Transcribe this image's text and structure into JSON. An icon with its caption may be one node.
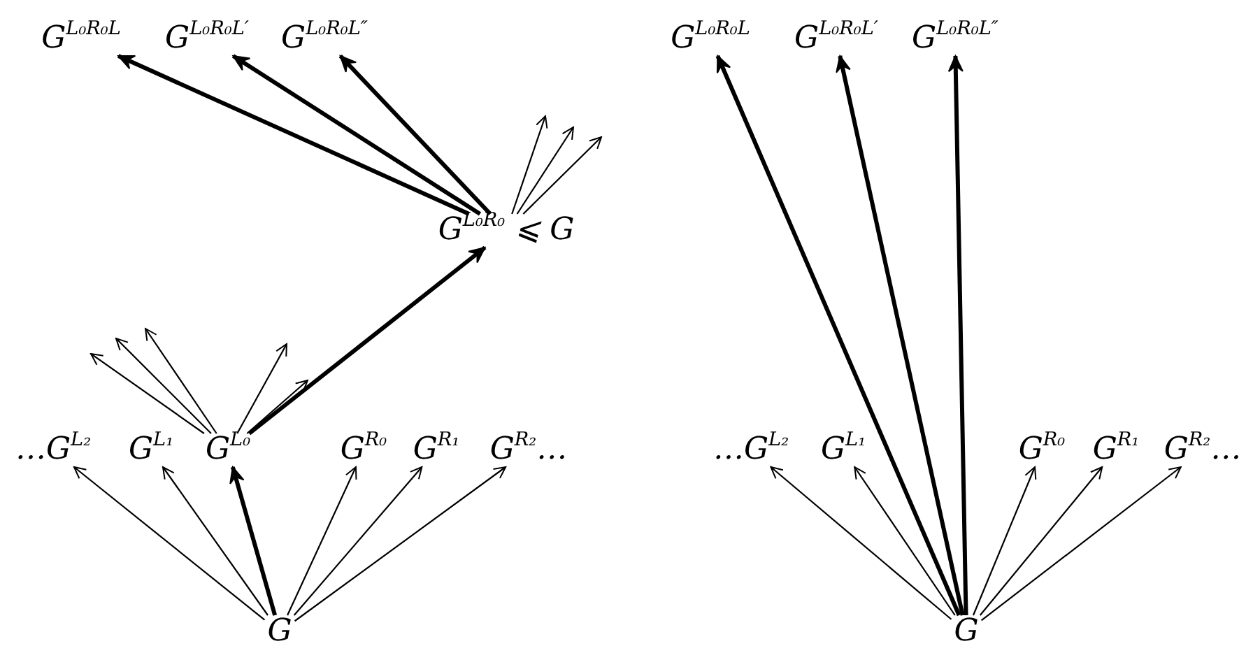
{
  "diagram": {
    "nodes": [
      {
        "text": [
          "G$^{L₀R₀L}$"
        ]
      },
      {
        "text": [
          "G$^{L₀R₀L′}$"
        ]
      },
      {
        "text": [
          "G$^{L₀R₀L″}$"
        ]
      },
      {
        "text": [
          "G$^{L₀R₀}$ ⩽ G"
        ]
      },
      {
        "text": [
          "…G$^{L₂}$"
        ]
      },
      {
        "text": [
          "G$^{L₁}$"
        ]
      },
      {
        "text": [
          "G$^{L₀}$"
        ]
      },
      {
        "text": [
          "G$^{R₀}$"
        ]
      },
      {
        "text": [
          "G$^{R₁}$"
        ]
      },
      {
        "text": [
          "G$^{R₂}$…"
        ]
      },
      {
        "text": [
          "G"
        ]
      },
      {
        "text": [
          "G$^{L₀R₀L}$"
        ]
      },
      {
        "text": [
          "G$^{L₀R₀L′}$"
        ]
      },
      {
        "text": [
          "G$^{L₀R₀L″}$"
        ]
      },
      {
        "text": [
          "…G$^{L₂}$"
        ]
      },
      {
        "text": [
          "G$^{L₁}$"
        ]
      },
      {
        "text": [
          "G$^{R₀}$"
        ]
      },
      {
        "text": [
          "G$^{R₁}$"
        ]
      },
      {
        "text": [
          "G$^{R₂}$…"
        ]
      },
      {
        "text": [
          "G"
        ]
      }
    ],
    "edges": [
      {
        "from": 10,
        "to": 4,
        "arrow": "to"
      },
      {
        "from": 10,
        "to": 5,
        "arrow": "to"
      },
      {
        "from": 10,
        "to": 6,
        "arrow": "to",
        "style": "thick"
      },
      {
        "from": 10,
        "to": 7,
        "arrow": "to"
      },
      {
        "from": 10,
        "to": 8,
        "arrow": "to"
      },
      {
        "from": 10,
        "to": 9,
        "arrow": "to"
      },
      {
        "from": 6,
        "to": 3,
        "arrow": "to",
        "style": "thick"
      },
      {
        "from": 6,
        "to": null,
        "arrow": "to"
      },
      {
        "from": 6,
        "to": null,
        "arrow": "to"
      },
      {
        "from": 6,
        "to": null,
        "arrow": "to"
      },
      {
        "from": 6,
        "to": null,
        "arrow": "to"
      },
      {
        "from": 6,
        "to": null,
        "arrow": "to"
      },
      {
        "from": 3,
        "to": 0,
        "arrow": "to",
        "style": "thick"
      },
      {
        "from": 3,
        "to": 1,
        "arrow": "to",
        "style": "thick"
      },
      {
        "from": 3,
        "to": 2,
        "arrow": "to",
        "style": "thick"
      },
      {
        "from": 3,
        "to": null,
        "arrow": "to"
      },
      {
        "from": 3,
        "to": null,
        "arrow": "to"
      },
      {
        "from": 3,
        "to": null,
        "arrow": "to"
      },
      {
        "from": 19,
        "to": 14,
        "arrow": "to"
      },
      {
        "from": 19,
        "to": 15,
        "arrow": "to"
      },
      {
        "from": 19,
        "to": 11,
        "arrow": "to",
        "style": "thick"
      },
      {
        "from": 19,
        "to": 12,
        "arrow": "to",
        "style": "thick"
      },
      {
        "from": 19,
        "to": 13,
        "arrow": "to",
        "style": "thick"
      },
      {
        "from": 19,
        "to": 16,
        "arrow": "to"
      },
      {
        "from": 19,
        "to": 17,
        "arrow": "to"
      },
      {
        "from": 19,
        "to": 18,
        "arrow": "to"
      }
    ]
  }
}
